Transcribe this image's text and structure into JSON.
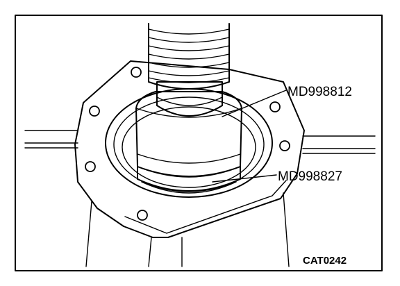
{
  "diagram": {
    "labels": {
      "tool_upper": "MD998812",
      "tool_lower": "MD998827",
      "figure_id": "CAT0242"
    }
  }
}
